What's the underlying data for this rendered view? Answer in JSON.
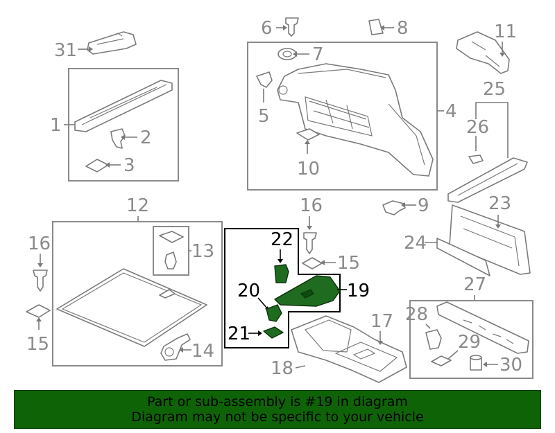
{
  "callouts": {
    "c1": "1",
    "c2": "2",
    "c3": "3",
    "c4": "4",
    "c5": "5",
    "c6": "6",
    "c7": "7",
    "c8": "8",
    "c9": "9",
    "c10": "10",
    "c11": "11",
    "c12": "12",
    "c13": "13",
    "c14": "14",
    "c15a": "15",
    "c15b": "15",
    "c16a": "16",
    "c16b": "16",
    "c17": "17",
    "c18": "18",
    "c19": "19",
    "c20": "20",
    "c21": "21",
    "c22": "22",
    "c23": "23",
    "c24": "24",
    "c25": "25",
    "c26": "26",
    "c27": "27",
    "c28": "28",
    "c29": "29",
    "c30": "30",
    "c31": "31"
  },
  "highlight_color": "#1f6b1f",
  "banner": {
    "line1": "Part or sub-assembly is #19 in diagram",
    "line2": "Diagram may not be specific to your vehicle",
    "background": "#0e6307"
  }
}
